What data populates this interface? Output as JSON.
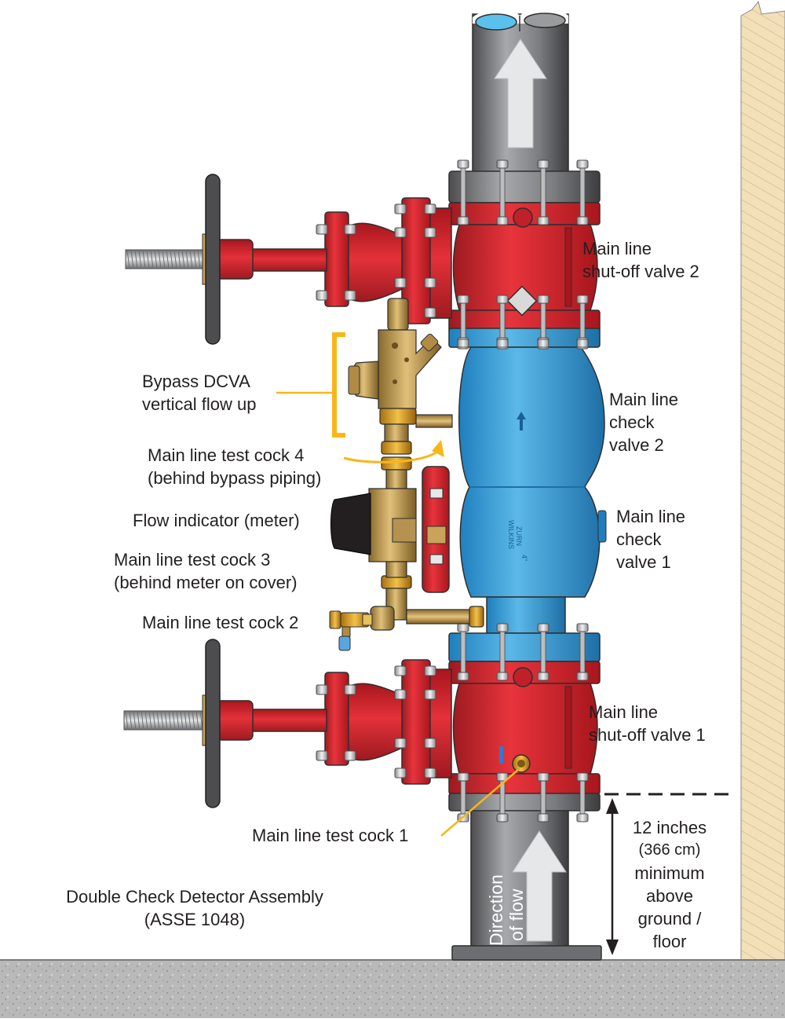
{
  "labels": {
    "shutoff2": [
      "Main line",
      "shut-off valve 2"
    ],
    "check2": [
      "Main line",
      "check",
      "valve 2"
    ],
    "check1": [
      "Main line",
      "check",
      "valve 1"
    ],
    "shutoff1": [
      "Main line",
      "shut-off valve 1"
    ],
    "bypass": [
      "Bypass DCVA",
      "vertical flow up"
    ],
    "testcock4": [
      "Main line test cock 4",
      "(behind bypass piping)"
    ],
    "flow_indicator": "Flow indicator (meter)",
    "testcock3": [
      "Main line test cock 3",
      "(behind meter on cover)"
    ],
    "testcock2": "Main line test cock 2",
    "testcock1": "Main line test cock 1",
    "clearance": [
      "12 inches",
      "(366 cm)",
      "minimum",
      "above",
      "ground /",
      "floor"
    ],
    "assembly": [
      "Double Check Detector Assembly",
      "(ASSE 1048)"
    ],
    "direction": [
      "Direction",
      "of flow"
    ]
  },
  "body_text": {
    "brand": "WILKINS",
    "maker": "ZURN",
    "size": "4\""
  },
  "colors": {
    "valve_red": "#d7232e",
    "body_blue": "#3aa3dc",
    "pipe_gray": "#808285",
    "bronze": "#c8a45a",
    "leader_yellow": "#f7b718",
    "wall_tan": "#f3dfb8",
    "ground_gray": "#b7b7b7"
  }
}
